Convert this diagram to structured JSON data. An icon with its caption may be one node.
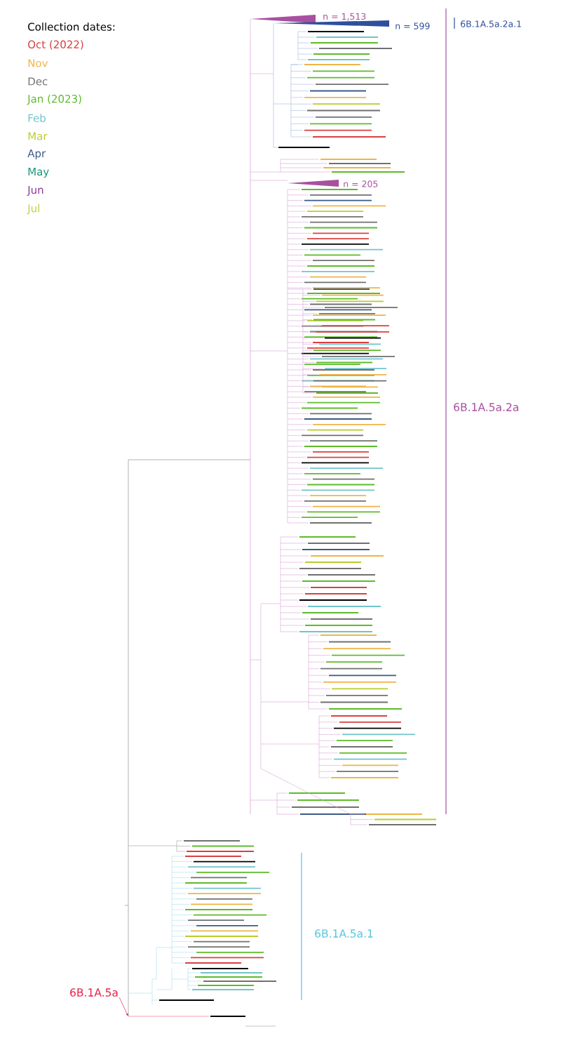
{
  "diagram": {
    "nodes": [
      {
        "text": [
          "6B.1A.5a"
        ]
      },
      {
        "text": [],
        "shape": "bar"
      }
    ],
    "edges": [
      {
        "from": 0,
        "to": 1,
        "arrow": "to"
      }
    ],
    "labels": [
      "Collection dates:",
      "n = 1,513",
      "n = 599",
      "6B.1A.5a.2a.1",
      "n = 205",
      "6B.1A.5a.2a",
      "6B.1A.5a.1"
    ],
    "legend": [
      {
        "text": "Oct (2022)",
        "color": "#d94040"
      },
      {
        "text": "Nov",
        "color": "#f0b445"
      },
      {
        "text": "Dec",
        "color": "#707070"
      },
      {
        "text": "Jan (2023)",
        "color": "#5dbb2a"
      },
      {
        "text": "Feb",
        "color": "#70c4cc"
      },
      {
        "text": "Mar",
        "color": "#b9cc2c"
      },
      {
        "text": "Apr",
        "color": "#3b5a86"
      },
      {
        "text": "May",
        "color": "#17957a"
      },
      {
        "text": "Jun",
        "color": "#8a3a98"
      },
      {
        "text": "Jul",
        "color": "#bfd040"
      }
    ]
  }
}
